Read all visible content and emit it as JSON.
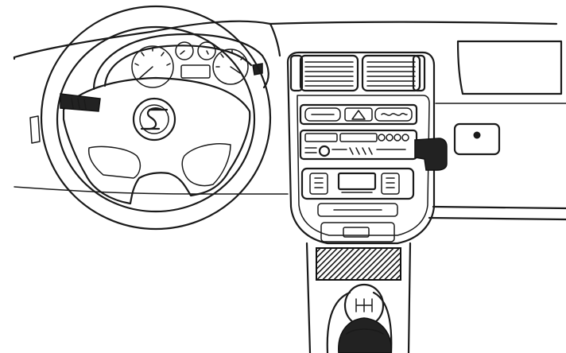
{
  "drawing": {
    "ink_color": "#1a1a1a",
    "paper_color": "#ffffff",
    "components": [
      "dashboard-outline",
      "steering-wheel",
      "brand-emblem",
      "instrument-cluster",
      "air-vents",
      "hazard-button",
      "radio-unit",
      "climate-controls",
      "glovebox",
      "phone-mount",
      "gear-shifter"
    ]
  }
}
